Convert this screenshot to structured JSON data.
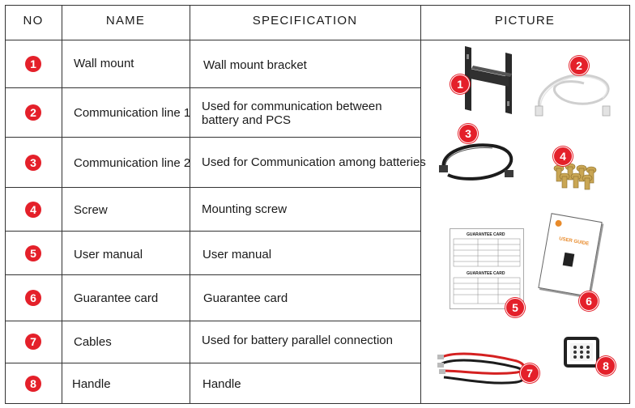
{
  "table": {
    "headers": {
      "no": "NO",
      "name": "NAME",
      "specification": "SPECIFICATION",
      "picture": "PICTURE"
    },
    "rows": [
      {
        "no": "1",
        "name": "Wall mount",
        "spec": "Wall mount bracket"
      },
      {
        "no": "2",
        "name": "Communication line 1",
        "spec": "Used for communication between battery and PCS"
      },
      {
        "no": "3",
        "name": "Communication line 2",
        "spec": "Used for Communication among batteries"
      },
      {
        "no": "4",
        "name": "Screw",
        "spec": "Mounting screw"
      },
      {
        "no": "5",
        "name": "User manual",
        "spec": "User manual"
      },
      {
        "no": "6",
        "name": "Guarantee card",
        "spec": "Guarantee card"
      },
      {
        "no": "7",
        "name": "Cables",
        "spec": "Used for battery parallel connection"
      },
      {
        "no": "8",
        "name": "Handle",
        "spec": "Handle"
      }
    ]
  },
  "pictures": {
    "labels": [
      "1",
      "2",
      "3",
      "4",
      "5",
      "6",
      "7",
      "8"
    ],
    "guarantee_card_title": "GUARANTEE CARD",
    "user_guide_title": "USER GUIDE"
  },
  "colors": {
    "badge": "#e4202a",
    "grid_line": "#333333",
    "bracket": "#2a2a2a",
    "cable_red": "#d42020",
    "cable_black": "#1c1c1c"
  },
  "icons": {
    "wall_mount": "wall-mount-bracket-icon",
    "comm_line_1": "white-cable-icon",
    "comm_line_2": "black-cable-icon",
    "screw": "screws-icon",
    "guarantee_card": "guarantee-card-icon",
    "user_manual": "user-guide-booklet-icon",
    "cables": "red-black-cables-icon",
    "handle": "handle-icon"
  }
}
